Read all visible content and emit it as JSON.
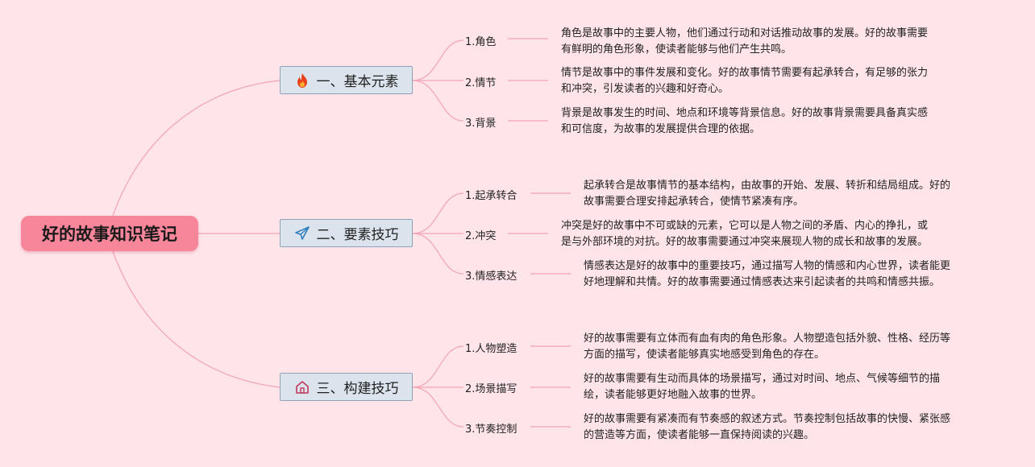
{
  "root": {
    "title": "好的故事知识笔记"
  },
  "branches": [
    {
      "label": "一、基本元素",
      "icon": "fire-icon",
      "items": [
        {
          "label": "1.角色",
          "desc": [
            "角色是故事中的主要人物，他们通过行动和对话推动故事的发展。好的故事需要",
            "有鲜明的角色形象，使读者能够与他们产生共鸣。"
          ]
        },
        {
          "label": "2.情节",
          "desc": [
            "情节是故事中的事件发展和变化。好的故事情节需要有起承转合，有足够的张力",
            "和冲突，引发读者的兴趣和好奇心。"
          ]
        },
        {
          "label": "3.背景",
          "desc": [
            "背景是故事发生的时间、地点和环境等背景信息。好的故事背景需要具备真实感",
            "和可信度，为故事的发展提供合理的依据。"
          ]
        }
      ]
    },
    {
      "label": "二、要素技巧",
      "icon": "paper-plane-icon",
      "items": [
        {
          "label": "1.起承转合",
          "desc": [
            "起承转合是故事情节的基本结构，由故事的开始、发展、转折和结局组成。好的",
            "故事需要合理安排起承转合，使情节紧凑有序。"
          ]
        },
        {
          "label": "2.冲突",
          "desc": [
            "冲突是好的故事中不可或缺的元素，它可以是人物之间的矛盾、内心的挣扎，或",
            "是与外部环境的对抗。好的故事需要通过冲突来展现人物的成长和故事的发展。"
          ]
        },
        {
          "label": "3.情感表达",
          "desc": [
            "情感表达是好的故事中的重要技巧，通过描写人物的情感和内心世界，读者能更",
            "好地理解和共情。好的故事需要通过情感表达来引起读者的共鸣和情感共振。"
          ]
        }
      ]
    },
    {
      "label": "三、构建技巧",
      "icon": "home-icon",
      "items": [
        {
          "label": "1.人物塑造",
          "desc": [
            "好的故事需要有立体而有血有肉的角色形象。人物塑造包括外貌、性格、经历等",
            "方面的描写，使读者能够真实地感受到角色的存在。"
          ]
        },
        {
          "label": "2.场景描写",
          "desc": [
            "好的故事需要有生动而具体的场景描写，通过对时间、地点、气候等细节的描",
            "绘，读者能够更好地融入故事的世界。"
          ]
        },
        {
          "label": "3.节奏控制",
          "desc": [
            "好的故事需要有紧凑而有节奏感的叙述方式。节奏控制包括故事的快慢、紧张感",
            "的营造等方面，使读者能够一直保持阅读的兴趣。"
          ]
        }
      ]
    }
  ],
  "colors": {
    "line": "#f2a4b4",
    "background": "#ffe4ea",
    "root_fill": "#f7869a",
    "branch_fill": "#dbe4ec"
  }
}
